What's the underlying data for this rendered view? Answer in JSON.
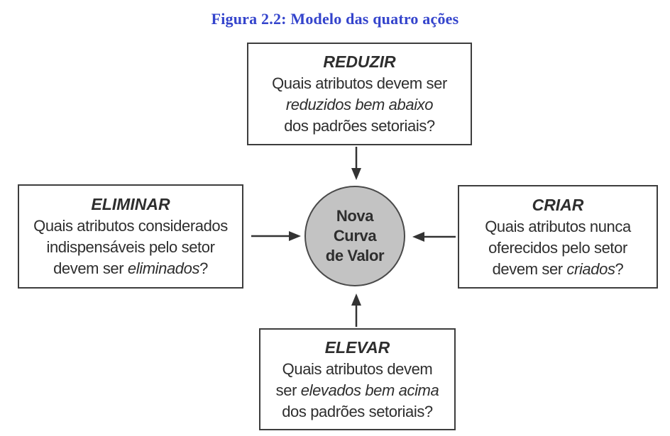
{
  "caption": "Figura 2.2: Modelo das quatro ações",
  "boxes": {
    "reduzir": {
      "title": "REDUZIR",
      "line1": "Quais atributos devem ser",
      "line2_italic": "reduzidos bem abaixo",
      "line3": "dos padrões setoriais?"
    },
    "eliminar": {
      "title": "ELIMINAR",
      "line1": "Quais atributos considerados",
      "line2": "indispensáveis pelo setor",
      "line3_prefix": "devem ser ",
      "line3_italic": "eliminados",
      "line3_suffix": "?"
    },
    "criar": {
      "title": "CRIAR",
      "line1": "Quais atributos nunca",
      "line2": "oferecidos pelo setor",
      "line3_prefix": "devem ser ",
      "line3_italic": "criados",
      "line3_suffix": "?"
    },
    "elevar": {
      "title": "ELEVAR",
      "line1": "Quais atributos devem",
      "line2_prefix": "ser ",
      "line2_italic": "elevados bem acima",
      "line3": "dos padrões setoriais?"
    }
  },
  "center": {
    "line1": "Nova",
    "line2": "Curva",
    "line3": "de Valor"
  },
  "colors": {
    "caption_color": "#3444cc",
    "box_border": "#3d3d3d",
    "text_color": "#2e2e2e",
    "circle_fill": "#c3c3c3",
    "circle_border": "#4a4a4a",
    "arrow_color": "#333333",
    "bg": "#ffffff"
  }
}
